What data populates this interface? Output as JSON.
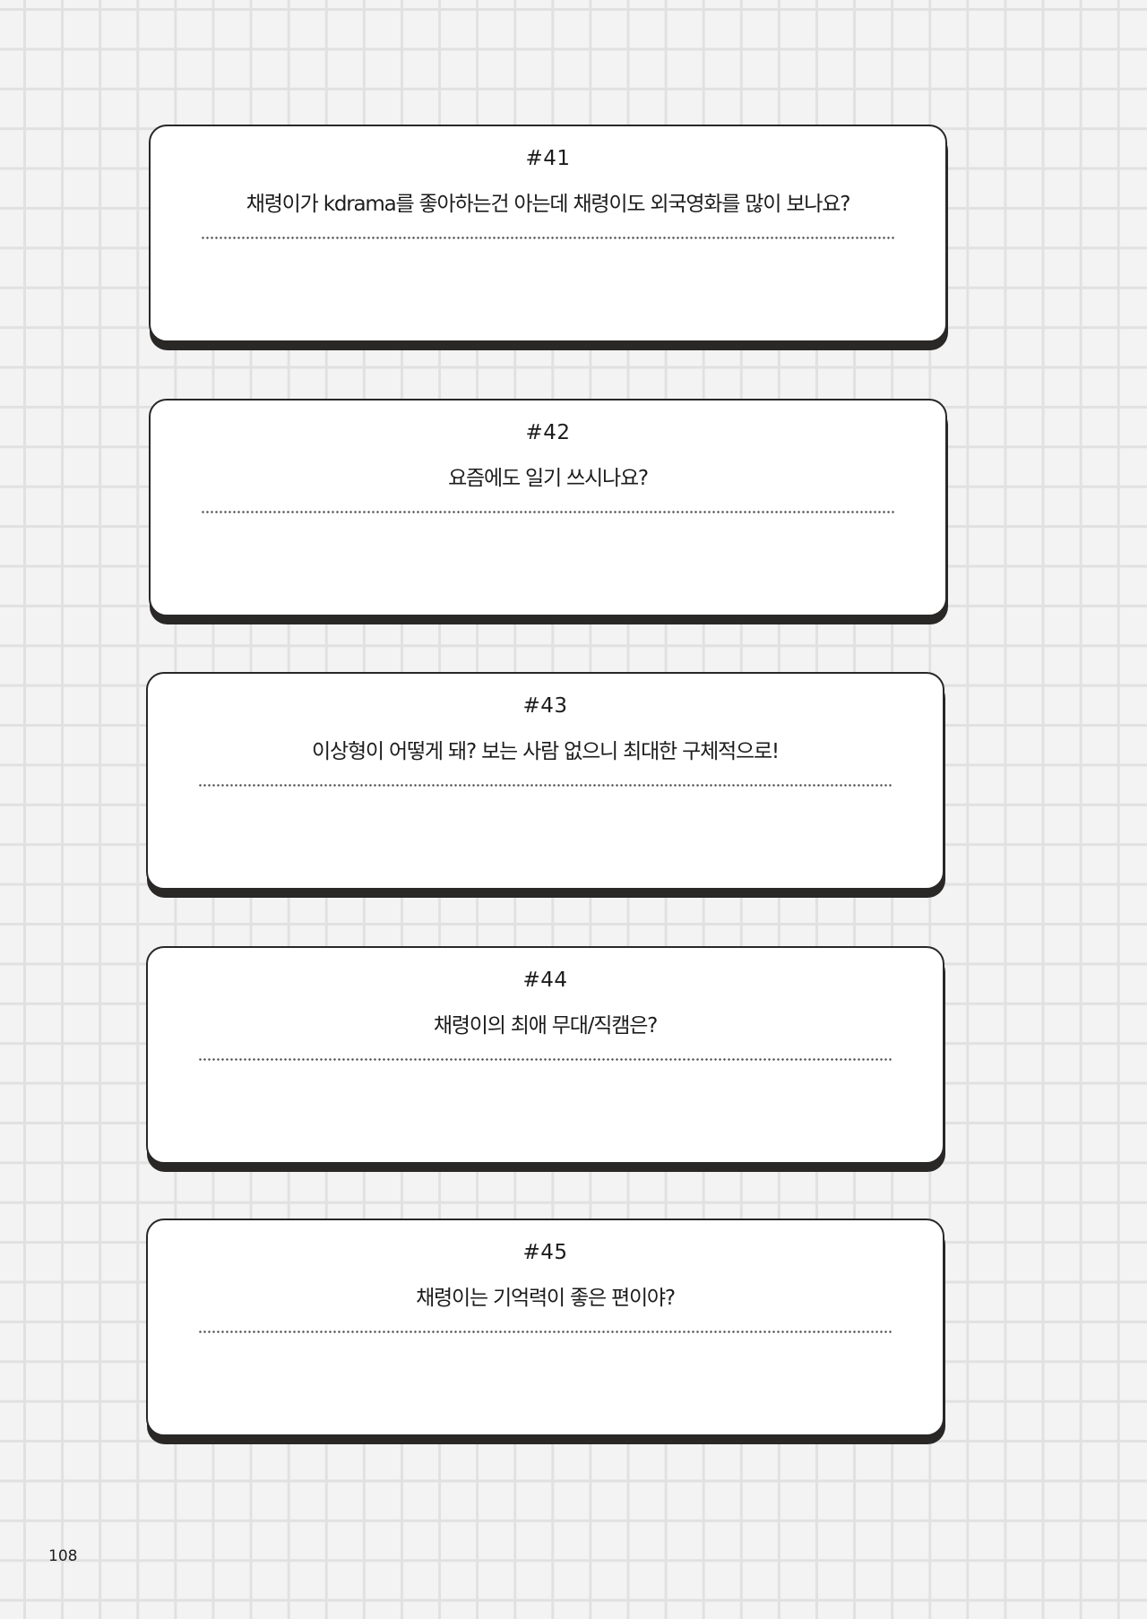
{
  "page": {
    "number": "108",
    "background": "#f3f3f3",
    "grid_line_color": "#e1e1e1"
  },
  "cards": [
    {
      "number": "#41",
      "question": "채령이가 kdrama를 좋아하는건 아는데 채령이도 외국영화를 많이 보나요?",
      "answer": ""
    },
    {
      "number": "#42",
      "question": "요즘에도 일기 쓰시나요?",
      "answer": ""
    },
    {
      "number": "#43",
      "question": "이상형이 어떻게 돼? 보는 사람 없으니 최대한 구체적으로!",
      "answer": ""
    },
    {
      "number": "#44",
      "question": "채령이의 최애 무대/직캠은?",
      "answer": ""
    },
    {
      "number": "#45",
      "question": "채령이는 기억력이 좋은 편이야?",
      "answer": ""
    }
  ],
  "colors": {
    "card_border": "#2a2727",
    "card_fill": "#ffffff",
    "text": "#1c1c1c",
    "dotted_line": "#4d4d4d"
  }
}
